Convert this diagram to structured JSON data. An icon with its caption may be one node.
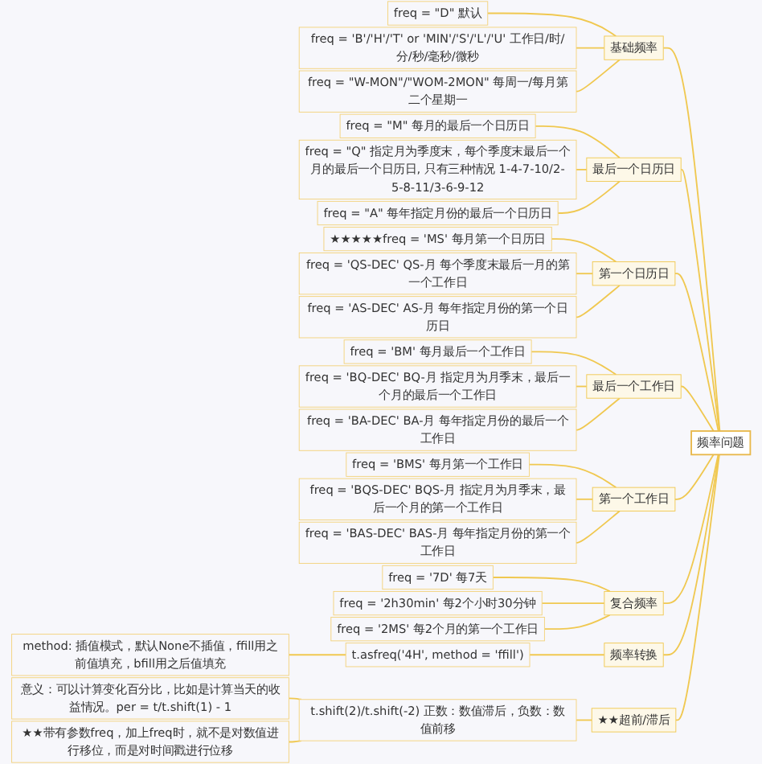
{
  "diagram": {
    "nodes": [
      {
        "text": [
          "频率问题"
        ]
      },
      {
        "text": [
          "基础频率"
        ]
      },
      {
        "text": [
          "freq = \"D\" 默认"
        ]
      },
      {
        "text": [
          "freq = 'B'/'H'/'T' or 'MIN'/'S'/'L'/'U' 工作日/时/分/秒/毫秒/微秒"
        ]
      },
      {
        "text": [
          "freq = \"W-MON\"/\"WOM-2MON\" 每周一/每月第二个星期一"
        ]
      },
      {
        "text": [
          "最后一个日历日"
        ]
      },
      {
        "text": [
          "freq = \"M\" 每月的最后一个日历日"
        ]
      },
      {
        "text": [
          "freq = \"Q\" 指定月为季度末，每个季度末最后一个月的最后一个日历日, 只有三种情况 1-4-7-10/2-5-8-11/3-6-9-12"
        ]
      },
      {
        "text": [
          "freq = \"A\" 每年指定月份的最后一个日历日"
        ]
      },
      {
        "text": [
          "第一个日历日"
        ]
      },
      {
        "text": [
          "★★★★★freq = 'MS' 每月第一个日历日"
        ]
      },
      {
        "text": [
          "freq = 'QS-DEC' QS-月 每个季度末最后一月的第一个工作日"
        ]
      },
      {
        "text": [
          "freq = 'AS-DEC' AS-月 每年指定月份的第一个日历日"
        ]
      },
      {
        "text": [
          "最后一个工作日"
        ]
      },
      {
        "text": [
          "freq = 'BM' 每月最后一个工作日"
        ]
      },
      {
        "text": [
          "freq = 'BQ-DEC' BQ-月 指定月为月季末，最后一个月的最后一个工作日"
        ]
      },
      {
        "text": [
          "freq = 'BA-DEC' BA-月 每年指定月份的最后一个工作日"
        ]
      },
      {
        "text": [
          "第一个工作日"
        ]
      },
      {
        "text": [
          "freq = 'BMS' 每月第一个工作日"
        ]
      },
      {
        "text": [
          "freq = 'BQS-DEC' BQS-月 指定月为月季末，最后一个月的第一个工作日"
        ]
      },
      {
        "text": [
          "freq = 'BAS-DEC' BAS-月 每年指定月份的第一个工作日"
        ]
      },
      {
        "text": [
          "复合频率"
        ]
      },
      {
        "text": [
          "freq = '7D' 每7天"
        ]
      },
      {
        "text": [
          "freq = '2h30min' 每2个小时30分钟"
        ]
      },
      {
        "text": [
          "freq = '2MS' 每2个月的第一个工作日"
        ]
      },
      {
        "text": [
          "频率转换"
        ]
      },
      {
        "text": [
          "t.asfreq('4H', method = 'ffill')"
        ]
      },
      {
        "text": [
          "method: 插值模式，默认None不插值，ffill用之前值填充，bfill用之后值填充"
        ]
      },
      {
        "text": [
          "★★超前/滞后"
        ]
      },
      {
        "text": [
          "t.shift(2)/t.shift(-2) 正数：数值滞后，负数：数值前移"
        ]
      },
      {
        "text": [
          "意义：可以计算变化百分比，比如是计算当天的收益情况。per = t/t.shift(1) - 1"
        ]
      },
      {
        "text": [
          "★★带有参数freq，加上freq时，就不是对数值进行移位，而是对时间戳进行位移"
        ]
      }
    ],
    "edges": [
      {
        "from": 0,
        "to": 1,
        "arrow": "none"
      },
      {
        "from": 1,
        "to": 2,
        "arrow": "none"
      },
      {
        "from": 1,
        "to": 3,
        "arrow": "none"
      },
      {
        "from": 1,
        "to": 4,
        "arrow": "none"
      },
      {
        "from": 0,
        "to": 5,
        "arrow": "none"
      },
      {
        "from": 5,
        "to": 6,
        "arrow": "none"
      },
      {
        "from": 5,
        "to": 7,
        "arrow": "none"
      },
      {
        "from": 5,
        "to": 8,
        "arrow": "none"
      },
      {
        "from": 0,
        "to": 9,
        "arrow": "none"
      },
      {
        "from": 9,
        "to": 10,
        "arrow": "none"
      },
      {
        "from": 9,
        "to": 11,
        "arrow": "none"
      },
      {
        "from": 9,
        "to": 12,
        "arrow": "none"
      },
      {
        "from": 0,
        "to": 13,
        "arrow": "none"
      },
      {
        "from": 13,
        "to": 14,
        "arrow": "none"
      },
      {
        "from": 13,
        "to": 15,
        "arrow": "none"
      },
      {
        "from": 13,
        "to": 16,
        "arrow": "none"
      },
      {
        "from": 0,
        "to": 17,
        "arrow": "none"
      },
      {
        "from": 17,
        "to": 18,
        "arrow": "none"
      },
      {
        "from": 17,
        "to": 19,
        "arrow": "none"
      },
      {
        "from": 17,
        "to": 20,
        "arrow": "none"
      },
      {
        "from": 0,
        "to": 21,
        "arrow": "none"
      },
      {
        "from": 21,
        "to": 22,
        "arrow": "none"
      },
      {
        "from": 21,
        "to": 23,
        "arrow": "none"
      },
      {
        "from": 21,
        "to": 24,
        "arrow": "none"
      },
      {
        "from": 0,
        "to": 25,
        "arrow": "none"
      },
      {
        "from": 25,
        "to": 26,
        "arrow": "none"
      },
      {
        "from": 26,
        "to": 27,
        "arrow": "none"
      },
      {
        "from": 0,
        "to": 28,
        "arrow": "none"
      },
      {
        "from": 28,
        "to": 29,
        "arrow": "none"
      },
      {
        "from": 29,
        "to": 30,
        "arrow": "none"
      },
      {
        "from": 29,
        "to": 31,
        "arrow": "none"
      }
    ]
  }
}
